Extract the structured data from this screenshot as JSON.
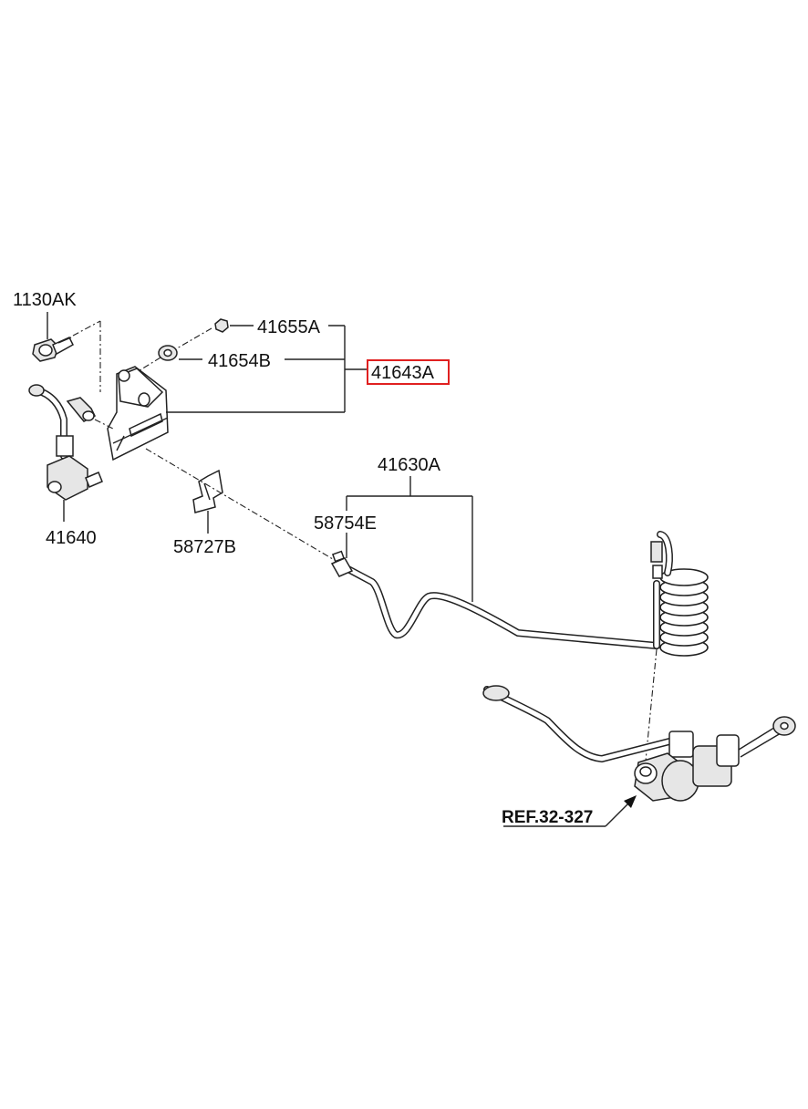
{
  "diagram": {
    "highlight_color": "#e02020",
    "labels": {
      "p1130AK": "1130AK",
      "p41655A": "41655A",
      "p41654B": "41654B",
      "p41643A": "41643A",
      "p41640": "41640",
      "p58727B": "58727B",
      "p41630A": "41630A",
      "p58754E": "58754E",
      "ref": "REF.32-327"
    },
    "highlighted_part": "41643A"
  }
}
